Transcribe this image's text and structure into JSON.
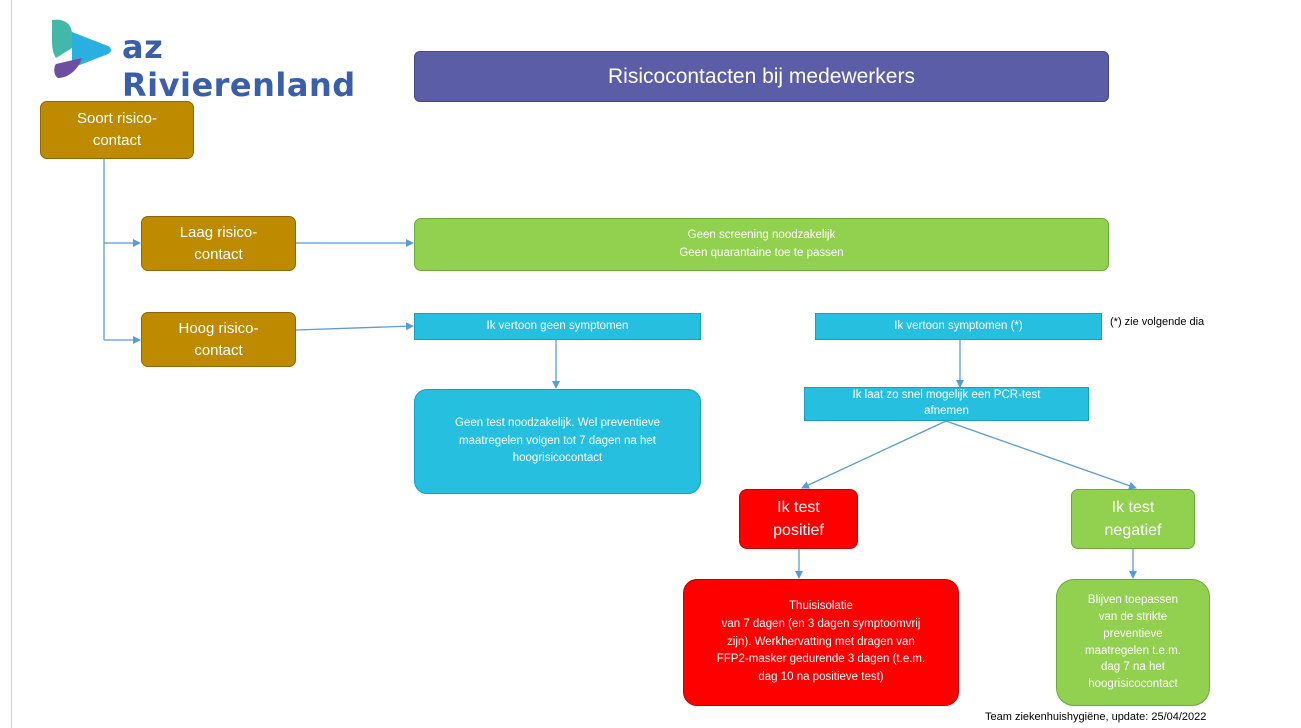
{
  "logo": {
    "text": "az Rivierenland"
  },
  "title": "Risicocontacten bij medewerkers",
  "nodes": {
    "soort": "Soort risico-\ncontact",
    "laag": "Laag risico-\ncontact",
    "hoog": "Hoog risico-\ncontact",
    "geen_screening": "Geen screening noodzakelijk\nGeen quarantaine toe te passen",
    "geen_symptomen": "Ik vertoon geen symptomen",
    "symptomen": "Ik vertoon symptomen (*)",
    "geen_test": "Geen test noodzakelijk. Wel preventieve\nmaatregelen volgen tot 7 dagen na het\nhoogrisicocontact",
    "pcr": "Ik laat zo snel mogelijk een PCR-test\nafnemen",
    "positief": "Ik test\npositief",
    "negatief": "Ik test\nnegatief",
    "thuisisolatie": "Thuisisolatie\nvan 7 dagen (en 3 dagen symptoomvrij\nzijn). Werkhervatting met dragen van\nFFP2-masker gedurende 3 dagen (t.e.m.\ndag 10 na positieve test)",
    "blijven": "Blijven toepassen\nvan de strikte\npreventieve\nmaatregelen t.e.m.\ndag 7 na het\nhoogrisicocontact"
  },
  "notes": {
    "zie_dia": "(*) zie volgende dia",
    "footer": "Team ziekenhuishygiëne, update: 25/04/2022"
  },
  "colors": {
    "title": "#5b5ea6",
    "brown": "#bd8a00",
    "green": "#92d050",
    "cyan": "#26bfdf",
    "red": "#ff0000",
    "arrow": "#5b9bd5",
    "logo_text": "#3a5ea8"
  }
}
